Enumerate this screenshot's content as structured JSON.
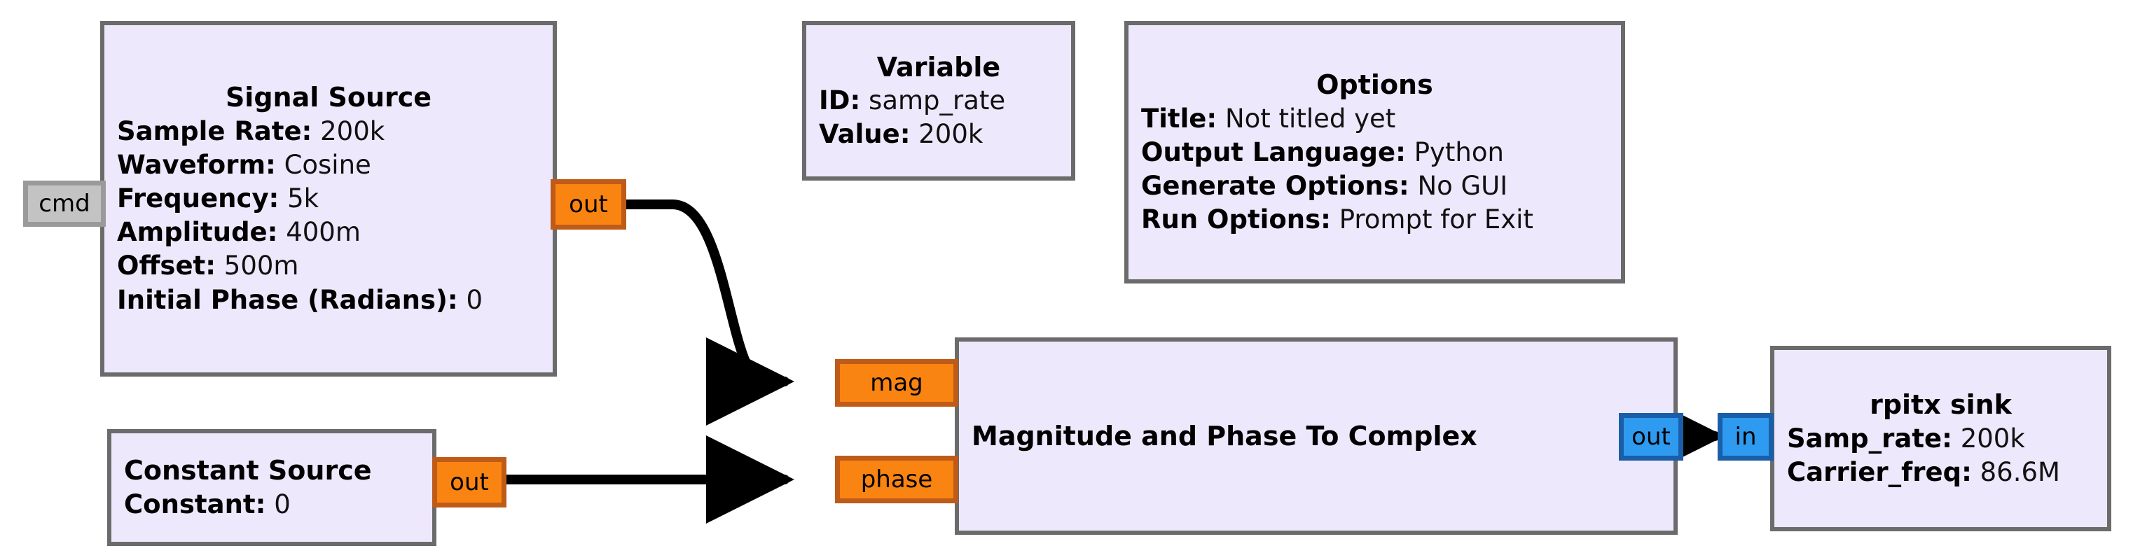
{
  "app": {
    "name": "GNU Radio Companion Flowgraph",
    "canvas_background": "#ffffff",
    "block_fill": "#eee8fc",
    "block_border": "#6b6b6b",
    "port_float_color": "#f98412",
    "port_float_border": "#bf5b18",
    "port_complex_color": "#2e9bf0",
    "port_complex_border": "#1a5ea8",
    "port_message_color": "#c3c3c3",
    "port_message_border": "#9a9a9a",
    "connection_color": "#000000"
  },
  "blocks": {
    "signal_source": {
      "title": "Signal Source",
      "props": [
        {
          "key": "Sample Rate:",
          "value": "200k"
        },
        {
          "key": "Waveform:",
          "value": "Cosine"
        },
        {
          "key": "Frequency:",
          "value": "5k"
        },
        {
          "key": "Amplitude:",
          "value": "400m"
        },
        {
          "key": "Offset:",
          "value": "500m"
        },
        {
          "key": "Initial Phase (Radians):",
          "value": "0"
        }
      ],
      "ports": {
        "cmd": "cmd",
        "out": "out"
      }
    },
    "variable": {
      "title": "Variable",
      "props": [
        {
          "key": "ID:",
          "value": "samp_rate"
        },
        {
          "key": "Value:",
          "value": "200k"
        }
      ]
    },
    "options": {
      "title": "Options",
      "props": [
        {
          "key": "Title:",
          "value": "Not titled yet"
        },
        {
          "key": "Output Language:",
          "value": "Python"
        },
        {
          "key": "Generate Options:",
          "value": "No GUI"
        },
        {
          "key": "Run Options:",
          "value": "Prompt for Exit"
        }
      ]
    },
    "constant_source": {
      "title": "Constant Source",
      "props": [
        {
          "key": "Constant:",
          "value": "0"
        }
      ],
      "ports": {
        "out": "out"
      }
    },
    "mag_phase_to_complex": {
      "title": "Magnitude and Phase To Complex",
      "ports": {
        "mag": "mag",
        "phase": "phase",
        "out": "out"
      }
    },
    "rpitx_sink": {
      "title": "rpitx sink",
      "props": [
        {
          "key": "Samp_rate:",
          "value": "200k"
        },
        {
          "key": "Carrier_freq:",
          "value": "86.6M"
        }
      ],
      "ports": {
        "in": "in"
      }
    }
  },
  "connections": [
    {
      "from": "signal_source.out",
      "to": "mag_phase_to_complex.mag",
      "style": "curved"
    },
    {
      "from": "constant_source.out",
      "to": "mag_phase_to_complex.phase",
      "style": "straight"
    },
    {
      "from": "mag_phase_to_complex.out",
      "to": "rpitx_sink.in",
      "style": "straight"
    }
  ]
}
